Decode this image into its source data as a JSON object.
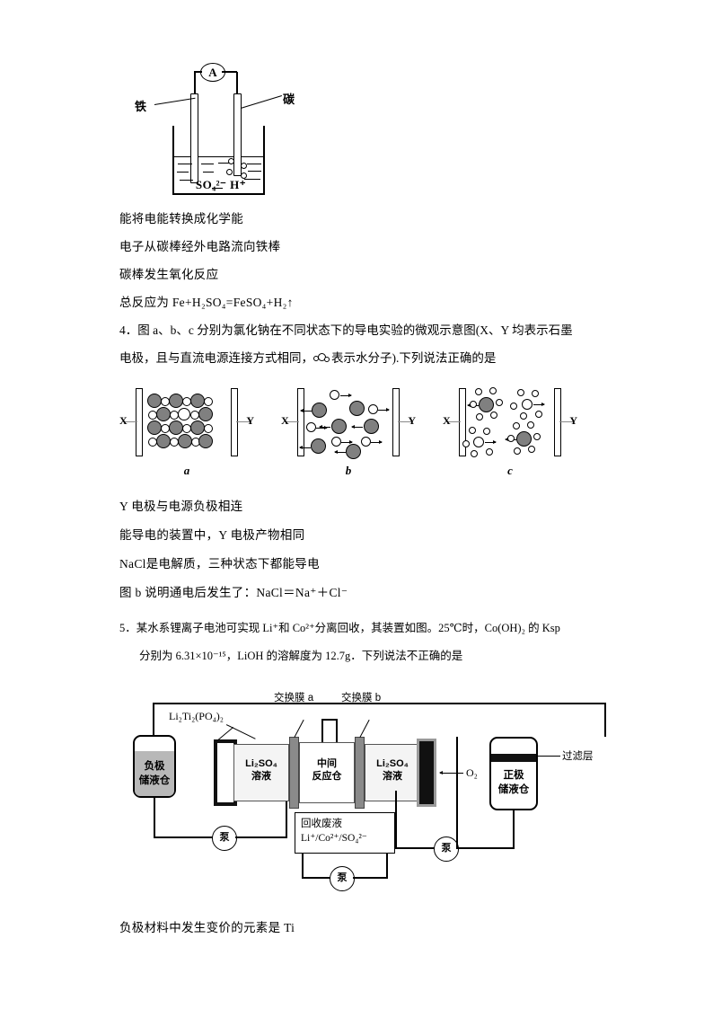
{
  "figure1": {
    "name": "galvanic-cell-diagram",
    "meter_label": "A",
    "left_electrode_label": "铁",
    "right_electrode_label": "碳",
    "solution_ions": "SO₄²⁻  H⁺"
  },
  "question3_options": [
    {
      "key": "A",
      "text": "能将电能转换成化学能"
    },
    {
      "key": "B",
      "text": "电子从碳棒经外电路流向铁棒"
    },
    {
      "key": "C",
      "text": "碳棒发生氧化反应"
    },
    {
      "key": "D",
      "text": "总反应为 Fe+H₂SO₄=FeSO₄+H₂↑"
    }
  ],
  "question4": {
    "number": "4",
    "stem_line1": "4．图 a、b、c 分别为氯化钠在不同状态下的导电实验的微观示意图(X、Y 均表示石墨",
    "stem_line2_pre": "电极，且与直流电源连接方式相同，",
    "stem_line2_post": "表示水分子).下列说法正确的是",
    "options": [
      {
        "key": "A",
        "text": "Y 电极与电源负极相连"
      },
      {
        "key": "B",
        "text": "能导电的装置中，Y 电极产物相同"
      },
      {
        "key": "C",
        "text": "NaCl是电解质，三种状态下都能导电"
      },
      {
        "key": "D",
        "text": "图 b 说明通电后发生了：NaCl＝Na⁺＋Cl⁻"
      }
    ]
  },
  "figure2": {
    "name": "nacl-conduction-micro-diagram",
    "electrode_left_label": "X",
    "electrode_right_label": "Y",
    "captions": [
      "a",
      "b",
      "c"
    ]
  },
  "question5": {
    "number": "5",
    "stem_line1": "5．某水系锂离子电池可实现 Li⁺和 Co²⁺分离回收，其装置如图。25℃时，Co(OH)₂ 的 Ksp",
    "stem_line2": "分别为 6.31×10⁻¹⁵，LiOH 的溶解度为 12.7g．下列说法不正确的是",
    "options": [
      {
        "key": "A",
        "text": "负极材料中发生变价的元素是 Ti"
      }
    ]
  },
  "figure3": {
    "name": "lithium-recovery-apparatus-diagram",
    "negative_tank_label_line1": "负极",
    "negative_tank_label_line2": "储液仓",
    "positive_tank_label_line1": "正极",
    "positive_tank_label_line2": "储液仓",
    "filter_layer_label": "过滤层",
    "anode_material_label": "Li₂Ti₂(PO₄)₂",
    "membrane_a_label": "交换膜 a",
    "membrane_b_label": "交换膜 b",
    "left_solution_line1": "Li₂SO₄",
    "left_solution_line2": "溶液",
    "middle_chamber_line1": "中间",
    "middle_chamber_line2": "反应仓",
    "right_solution_line1": "Li₂SO₄",
    "right_solution_line2": "溶液",
    "oxygen_label": "O₂",
    "waste_line1": "回收废液",
    "waste_line2": "Li⁺/Co²⁺/SO₄²⁻",
    "pump_label": "泵",
    "pump_count": 3
  },
  "colors": {
    "ink": "#000000",
    "paper": "#ffffff",
    "ion_gray": "#808080",
    "membrane_gray": "#8a8a8a",
    "tank_fill": "#b8b8b8",
    "electrode_black": "#111111"
  }
}
